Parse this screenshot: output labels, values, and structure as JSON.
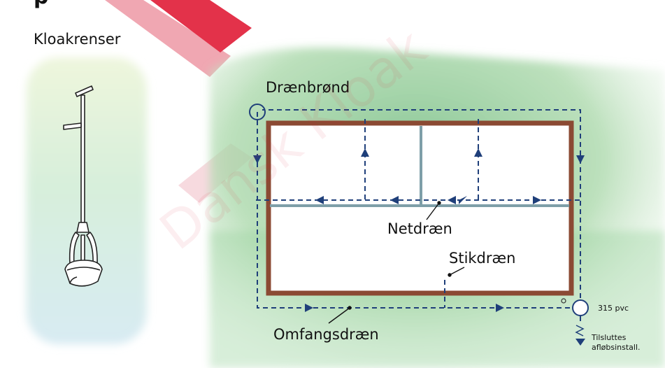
{
  "header": {
    "heading_cut": "p"
  },
  "tool": {
    "title": "Kloakrenser"
  },
  "diagram": {
    "labels": {
      "well": "Drænbrønd",
      "net_drain": "Netdræn",
      "stub_drain": "Stikdræn",
      "perimeter_drain": "Omfangsdræn",
      "pipe_size": "315 pvc",
      "connect_line1": "Tilsluttes",
      "connect_line2": "afløbsinstall."
    },
    "watermark": "Dansk Kloak",
    "colors": {
      "foundation": "#8b4a33",
      "drain_line": "#1f3f7a",
      "net_pipe": "#7e9fa8",
      "arrow": "#1f3f7a",
      "background_green": "#7cc089",
      "watermark_red": "#e01c37"
    }
  }
}
